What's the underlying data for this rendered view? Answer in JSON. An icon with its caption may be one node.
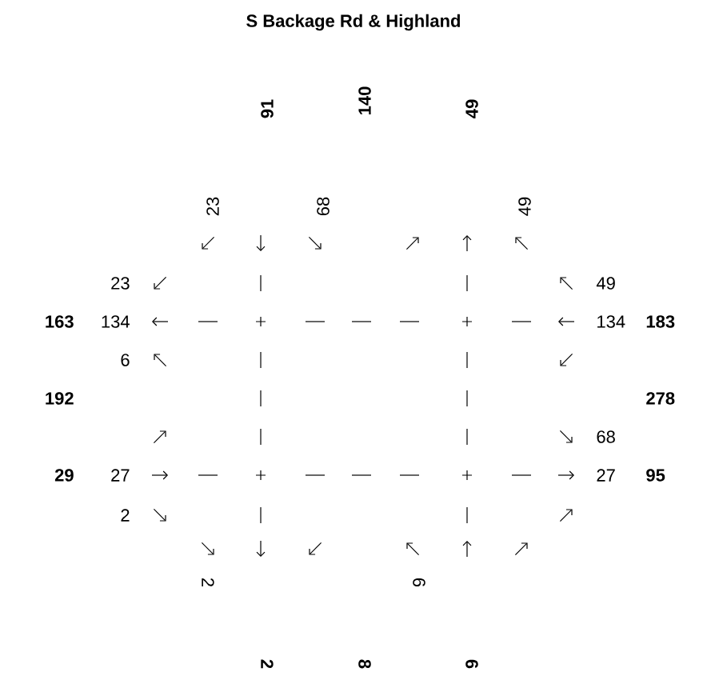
{
  "diagram": {
    "title": "S Backage Rd & Highland",
    "labels": [
      "91",
      "140",
      "49",
      "23",
      "68",
      "49",
      "23",
      "163",
      "134",
      "49",
      "134",
      "183",
      "6",
      "192",
      "278",
      "68",
      "29",
      "27",
      "27",
      "95",
      "2",
      "2",
      "6",
      "2",
      "8",
      "6"
    ]
  }
}
